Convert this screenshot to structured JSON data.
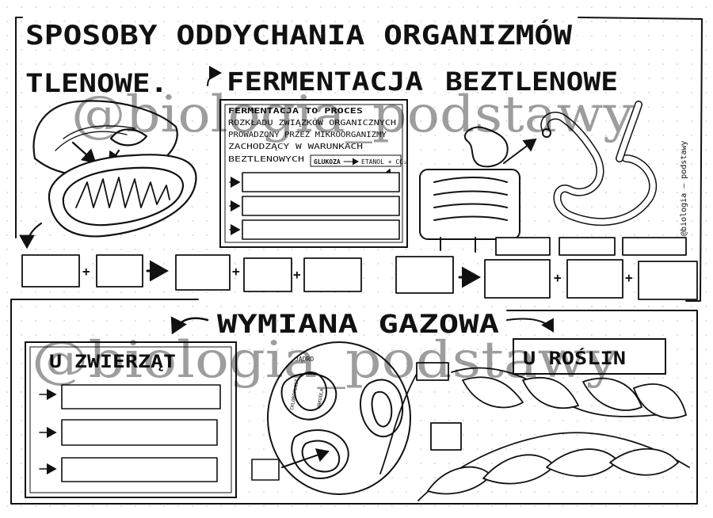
{
  "title": {
    "line1": "SPOSOBY ODDYCHANIA ORGANIZMÓW",
    "tlenowe": "TLENOWE.",
    "fermentacja": "FERMENTACJA",
    "beztlenowe": "BEZTLENOWE"
  },
  "fermentation_definition": {
    "line1": "FERMENTACJA TO PROCES",
    "line2": "ROZKŁADU ZWIĄZKÓW ORGANICZNYCH",
    "line3": "PROWADZONY PRZEZ MIKROORGANIZMY",
    "line4": "ZACHODZĄCY W WARUNKACH",
    "line5": "BEZTLENOWYCH",
    "equation_left": "GLUKOZA",
    "equation_right": "ETANOL + CO₂"
  },
  "section2": {
    "title": "WYMIANA GAZOWA",
    "animals": "U ZWIERZĄT",
    "plants": "U ROŚLIN"
  },
  "cell_labels": {
    "nucleus": "JĄDRO",
    "chloroplast": "CHLOROPLAST",
    "vacuole": "WAKUOLA"
  },
  "symbols": {
    "plus": "+"
  },
  "watermark": "@biologia_podstawy",
  "side_credit": "– @biologia – podstawy"
}
